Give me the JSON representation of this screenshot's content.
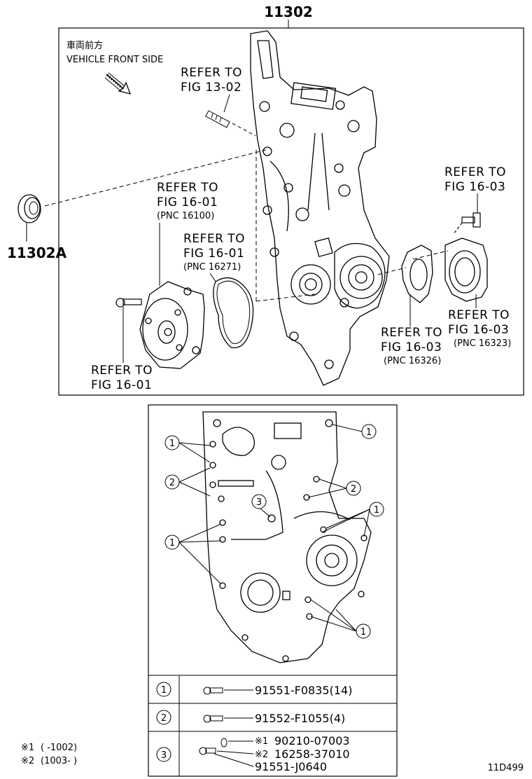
{
  "title_part": "11302",
  "seal_part": "11302A",
  "front_label_jp": "車両前方",
  "front_label_en": "VEHICLE FRONT SIDE",
  "refs": [
    {
      "line1": "REFER TO",
      "line2": "FIG 13-02",
      "line3": ""
    },
    {
      "line1": "REFER TO",
      "line2": "FIG 16-01",
      "line3": "(PNC 16100)"
    },
    {
      "line1": "REFER TO",
      "line2": "FIG 16-01",
      "line3": "(PNC 16271)"
    },
    {
      "line1": "REFER TO",
      "line2": "FIG 16-03",
      "line3": ""
    },
    {
      "line1": "REFER TO",
      "line2": "FIG 16-03",
      "line3": "(PNC 16323)"
    },
    {
      "line1": "REFER TO",
      "line2": "FIG 16-03",
      "line3": "(PNC 16326)"
    },
    {
      "line1": "REFER TO",
      "line2": "FIG 16-01",
      "line3": ""
    }
  ],
  "callouts": [
    "1",
    "2",
    "3"
  ],
  "bolt_table": [
    {
      "key": "1",
      "part": "91551-F0835(14)"
    },
    {
      "key": "2",
      "part": "91552-F1055(4)"
    },
    {
      "key": "3",
      "part_a": "90210-07003",
      "part_b": "16258-37010",
      "part_c": "91551-J0640",
      "mark_a": "※1",
      "mark_b": "※2"
    }
  ],
  "notes": [
    {
      "mark": "※1",
      "range": "(      -1002)"
    },
    {
      "mark": "※2",
      "range": "(1003-      )"
    }
  ],
  "diagram_id": "11D499"
}
